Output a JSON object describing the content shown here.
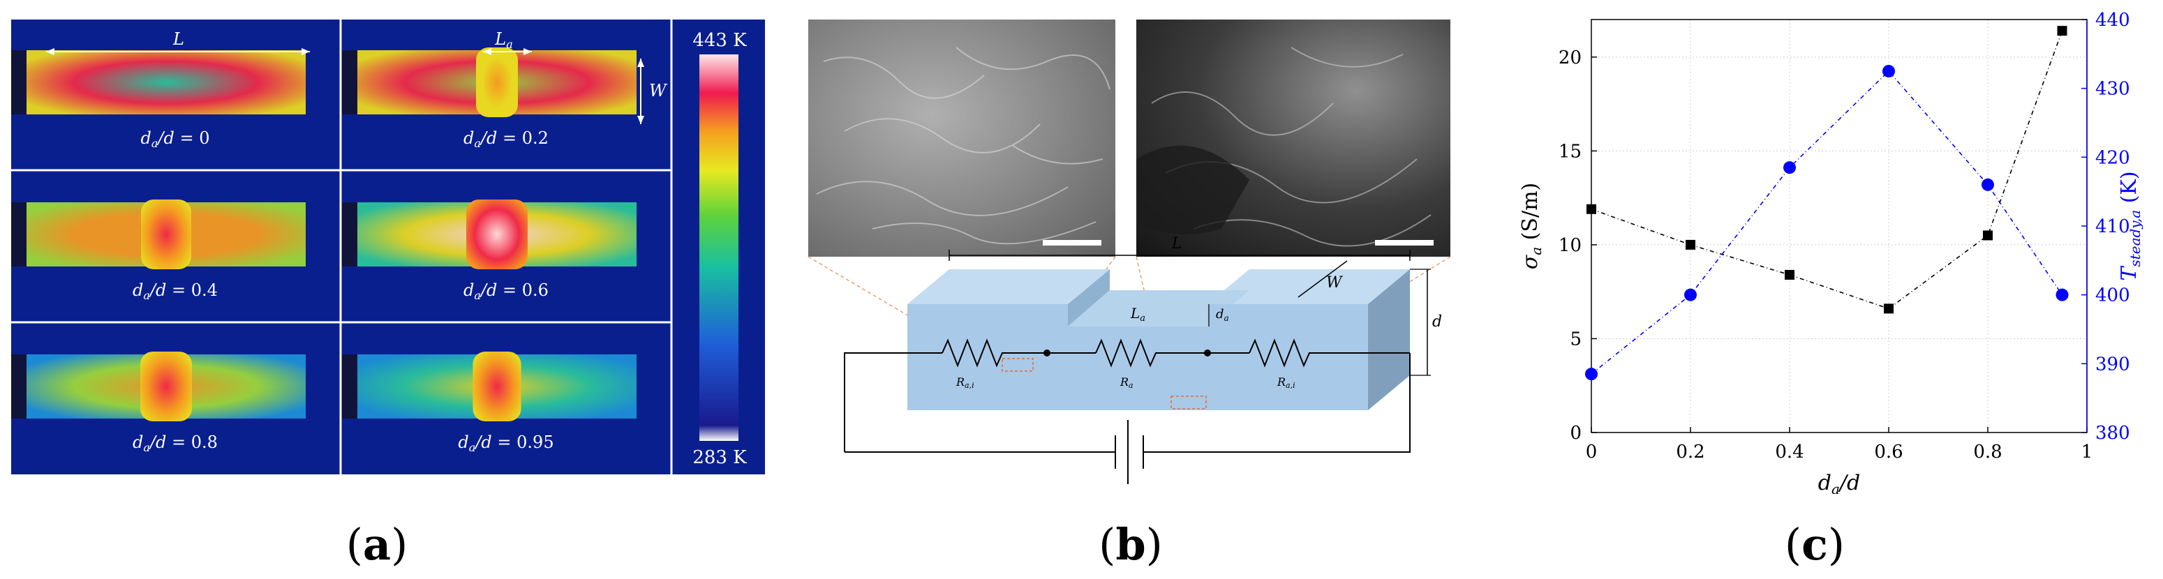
{
  "captions": {
    "a": "a",
    "b": "b",
    "c": "c"
  },
  "thermal": {
    "scale_max": "443 K",
    "scale_min": "283 K",
    "label_L": "L",
    "label_La": "L",
    "label_La_sub": "a",
    "label_W": "W",
    "tiles": [
      {
        "value": "0",
        "hot": 0.0,
        "base": 0.55
      },
      {
        "value": "0.2",
        "hot": 0.25,
        "base": 0.55
      },
      {
        "value": "0.4",
        "hot": 0.55,
        "base": 0.4
      },
      {
        "value": "0.6",
        "hot": 0.95,
        "base": 0.3
      },
      {
        "value": "0.8",
        "hot": 0.6,
        "base": 0.15
      },
      {
        "value": "0.95",
        "hot": 0.48,
        "base": 0.1
      }
    ]
  },
  "schematic": {
    "label_L": "L",
    "label_La": "L",
    "label_La_sub": "a",
    "label_da": "d",
    "label_da_sub": "a",
    "label_W": "W",
    "label_d": "d",
    "resistors": [
      {
        "main": "R",
        "sub": "a,i"
      },
      {
        "main": "R",
        "sub": "a"
      },
      {
        "main": "R",
        "sub": "a,i"
      }
    ]
  },
  "colors": {
    "thermal_bg": "#0a1f8e",
    "block": "#a9c9e8",
    "series_sigma": "#000000",
    "series_T": "#0000ff"
  },
  "chart_data": {
    "type": "line",
    "x": [
      0,
      0.2,
      0.4,
      0.6,
      0.8,
      0.95
    ],
    "xlabel": "d_a/d",
    "xlim": [
      0,
      1
    ],
    "xticks": [
      "0",
      "0.2",
      "0.4",
      "0.6",
      "0.8",
      "1"
    ],
    "grid": true,
    "y_left": {
      "label": "σ_a (S/m)",
      "lim": [
        0,
        22
      ],
      "ticks": [
        "0",
        "5",
        "10",
        "15",
        "20"
      ]
    },
    "y_right": {
      "label": "T_steady,a (K)",
      "lim": [
        380,
        440
      ],
      "ticks": [
        "380",
        "390",
        "400",
        "410",
        "420",
        "430",
        "440"
      ]
    },
    "series": [
      {
        "axis": "left",
        "marker": "square",
        "color": "#000000",
        "values": [
          11.9,
          10.0,
          8.4,
          6.6,
          10.5,
          21.4
        ]
      },
      {
        "axis": "right",
        "marker": "circle",
        "color": "#0000ff",
        "values": [
          388.5,
          400.0,
          418.5,
          432.5,
          416.0,
          400.0
        ]
      }
    ]
  }
}
